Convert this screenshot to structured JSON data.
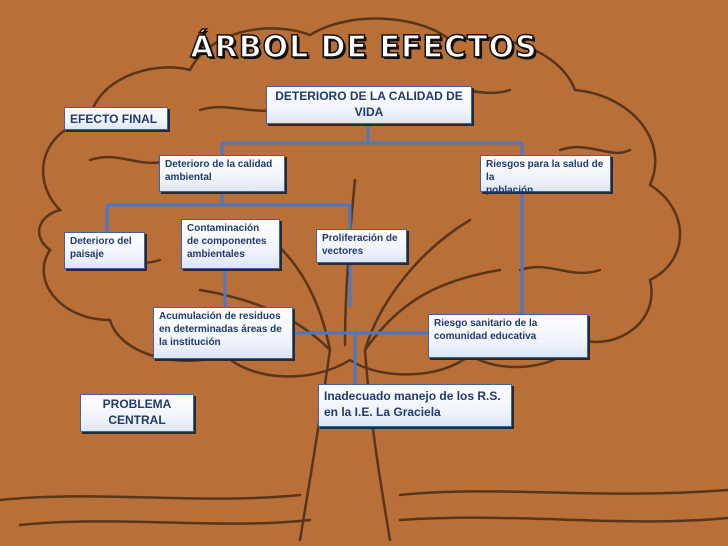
{
  "title": "ÁRBOL DE EFECTOS",
  "colors": {
    "background": "#b86f38",
    "line": "#4a78c8",
    "box_text": "#1f3a70",
    "box_border": "#3b64a8"
  },
  "nodes": {
    "efecto_final": "EFECTO FINAL",
    "deterioro_calidad_vida": "DETERIORO DE LA CALIDAD DE\nVIDA",
    "deterioro_calidad_ambiental": "Deterioro de la calidad\nambiental",
    "riesgos_salud": "Riesgos para la salud de la\npoblación",
    "deterioro_paisaje": "Deterioro del\npaisaje",
    "contaminacion": "Contaminación\nde componentes\nambientales",
    "proliferacion_vectores": "Proliferación de\nvectores",
    "acumulacion_residuos": "Acumulación de residuos\nen determinadas áreas de\nla institución",
    "riesgo_sanitario": "Riesgo sanitario de la\ncomunidad educativa",
    "problema_central": "PROBLEMA\nCENTRAL",
    "inadecuado_manejo": "Inadecuado manejo de los R.S.\nen la I.E. La Graciela"
  }
}
